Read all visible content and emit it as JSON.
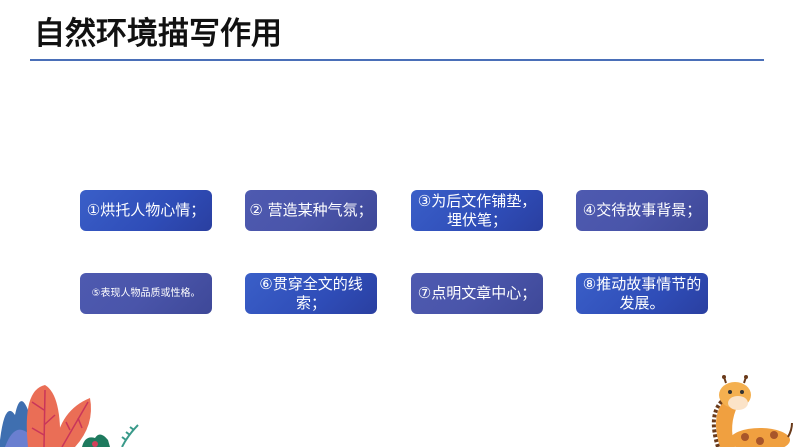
{
  "slide": {
    "title": "自然环境描写作用",
    "accent_color": "#4a6fb8"
  },
  "cards": [
    {
      "label": "①烘托人物心情；"
    },
    {
      "label": "② 营造某种气氛；"
    },
    {
      "label": "③为后文作铺垫，埋伏笔；"
    },
    {
      "label": "④交待故事背景；"
    },
    {
      "label": "⑤表现人物品质或性格。"
    },
    {
      "label": "⑥贯穿全文的线索；"
    },
    {
      "label": "⑦点明文章中心；"
    },
    {
      "label": "⑧推动故事情节的发展。"
    }
  ],
  "decorations": {
    "left": "leaves-illustration",
    "right": "giraffe-illustration"
  }
}
